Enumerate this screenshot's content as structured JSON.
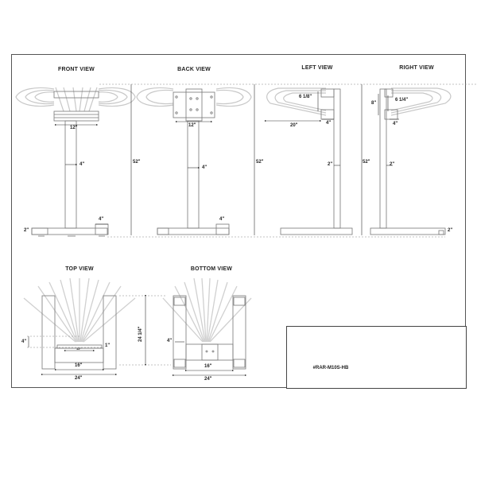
{
  "drawing": {
    "part_number": "#RAR-M10S-HB",
    "views": {
      "front": {
        "title": "FRONT VIEW",
        "dims": {
          "arm_width": "12\"",
          "post": "4\"",
          "foot": "4\"",
          "base_height": "2\""
        }
      },
      "back": {
        "title": "BACK VIEW",
        "dims": {
          "arm_width": "12\"",
          "post": "4\"",
          "foot": "4\"",
          "overall_height": "52\""
        }
      },
      "left": {
        "title": "LEFT VIEW",
        "dims": {
          "arm_drop": "6 1/8\"",
          "arm_length": "20\"",
          "bracket": "4\"",
          "post": "2\"",
          "overall_height": "52\""
        }
      },
      "right": {
        "title": "RIGHT VIEW",
        "dims": {
          "bracket_height": "8\"",
          "arm_drop": "6 1/4\"",
          "bracket": "4\"",
          "post": "2\"",
          "overall_height": "52\"",
          "base_height": "2\""
        }
      },
      "top": {
        "title": "TOP VIEW",
        "dims": {
          "offset": "4\"",
          "rail": "1\"",
          "inner": "12\"",
          "inner_width": "16\"",
          "base_width": "24\"",
          "depth": "24 1/4\""
        }
      },
      "bottom": {
        "title": "BOTTOM VIEW",
        "dims": {
          "offset": "4\"",
          "inner_width": "16\"",
          "base_width": "24\""
        }
      }
    },
    "title_block": {
      "row1_left": "",
      "row1_right": "",
      "row2_right": "",
      "row3_right": ""
    }
  },
  "colors": {
    "line": "#555555",
    "arm": "#c8c8c8",
    "dash": "#888888",
    "text": "#222222"
  }
}
